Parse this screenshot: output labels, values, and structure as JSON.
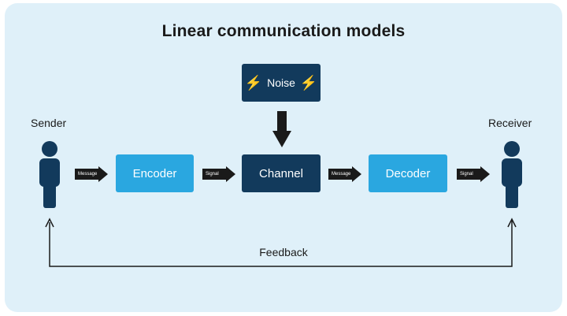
{
  "title": "Linear communication models",
  "sender_label": "Sender",
  "receiver_label": "Receiver",
  "noise_label": "Noise",
  "boxes": {
    "encoder": "Encoder",
    "channel": "Channel",
    "decoder": "Decoder"
  },
  "arrows": {
    "sender_to_encoder": "Message",
    "encoder_to_channel": "Signal",
    "channel_to_decoder": "Message",
    "decoder_to_receiver": "Signal"
  },
  "feedback_label": "Feedback",
  "colors": {
    "background": "#dff0f9",
    "light_box": "#2aa7e0",
    "dark_box": "#123a5c",
    "arrow": "#1a1a1a"
  }
}
